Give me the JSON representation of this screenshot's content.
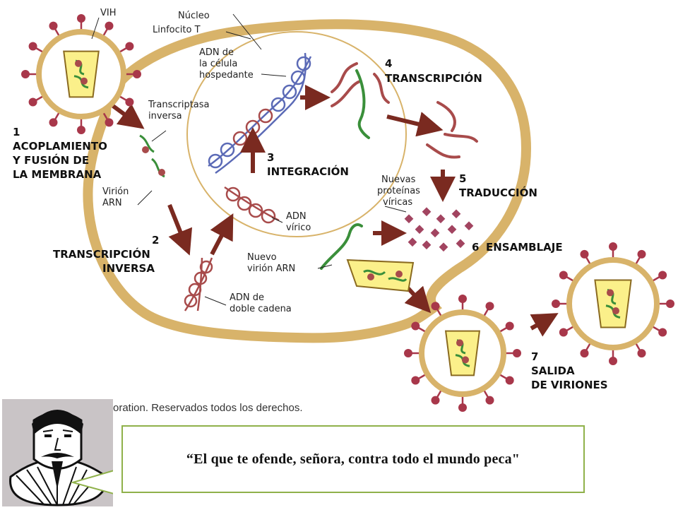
{
  "labels": {
    "vih": "VIH",
    "nucleo": "Núcleo",
    "linfocito": "Linfocito T",
    "adn_host": [
      "ADN de",
      "la célula",
      "hospedante"
    ],
    "transcriptasa": [
      "Transcriptasa",
      "inversa"
    ],
    "virion_arn": [
      "Virión",
      "ARN"
    ],
    "adn_virico": [
      "ADN",
      "vírico"
    ],
    "adn_doble": [
      "ADN de",
      "doble cadena"
    ],
    "nuevas_proteinas": [
      "Nuevas",
      "proteínas",
      "víricas"
    ],
    "nuevo_virion": [
      "Nuevo",
      "virión ARN"
    ]
  },
  "steps": [
    {
      "num": "1",
      "lines": [
        "ACOPLAMIENTO",
        "Y FUSIÓN DE",
        "LA MEMBRANA"
      ]
    },
    {
      "num": "2",
      "lines": [
        "TRANSCRIPCIÓN",
        "INVERSA"
      ]
    },
    {
      "num": "3",
      "lines": [
        "INTEGRACIÓN"
      ]
    },
    {
      "num": "4",
      "lines": [
        "TRANSCRIPCIÓN"
      ]
    },
    {
      "num": "5",
      "lines": [
        "TRADUCCIÓN"
      ]
    },
    {
      "num": "6",
      "lines": [
        "ENSAMBLAJE"
      ]
    },
    {
      "num": "7",
      "lines": [
        "SALIDA",
        "DE VIRIONES"
      ]
    }
  ],
  "caption": "oration. Reservados todos los derechos.",
  "quote": "“El que te ofende, señora, contra todo el mundo peca\"",
  "colors": {
    "membrane": "#d8b36a",
    "cell_fill": "#ffffff",
    "capsid": "#fbf08a",
    "spike": "#a8374a",
    "rna_red": "#a84b4b",
    "rna_green": "#3a8f3a",
    "dna_blue": "#5b6ab6",
    "arrow": "#7a2a20",
    "protein": "#a24460",
    "quote_border": "#8fb14a"
  }
}
